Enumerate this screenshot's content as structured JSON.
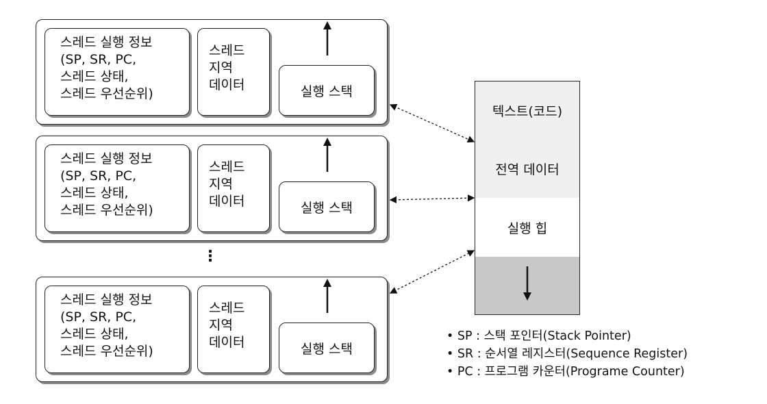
{
  "threads": [
    {
      "info_lines": [
        "스레드 실행 정보",
        "(SP, SR, PC,",
        "스레드 상태,",
        "스레드 우선순위)"
      ],
      "local_lines": [
        "스레드",
        "지역",
        "데이터"
      ],
      "stack_label": "실행 스택"
    },
    {
      "info_lines": [
        "스레드 실행 정보",
        "(SP, SR, PC,",
        "스레드 상태,",
        "스레드 우선순위)"
      ],
      "local_lines": [
        "스레드",
        "지역",
        "데이터"
      ],
      "stack_label": "실행 스택"
    },
    {
      "info_lines": [
        "스레드 실행 정보",
        "(SP, SR, PC,",
        "스레드 상태,",
        "스레드 우선순위)"
      ],
      "local_lines": [
        "스레드",
        "지역",
        "데이터"
      ],
      "stack_label": "실행 스택"
    }
  ],
  "ellipsis": "⋮",
  "memory": {
    "text_segment": "텍스트(코드)",
    "global_data": "전역 데이터",
    "heap": "실행 힙",
    "stack_fill_color": "#c8c8c8",
    "segment_fill_color": "#f0f0f0"
  },
  "legend": [
    "• SP : 스택 포인터(Stack Pointer)",
    "• SR : 순서열 레지스터(Sequence Register)",
    "• PC : 프로그램 카운터(Programe Counter)"
  ]
}
